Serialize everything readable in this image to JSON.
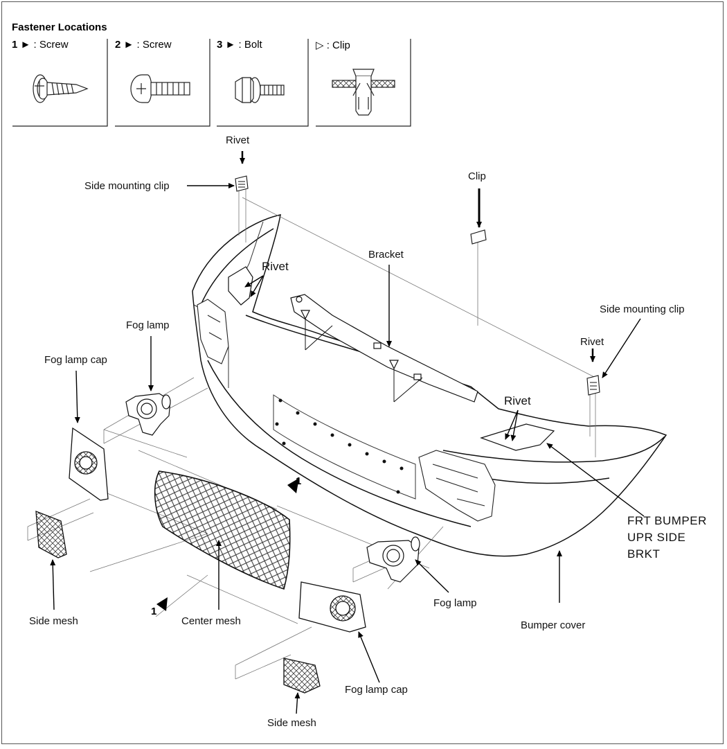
{
  "legend": {
    "title": "Fastener Locations",
    "items": [
      {
        "num": "1",
        "symbol": "►",
        "text": ": Screw"
      },
      {
        "num": "2",
        "symbol": "►",
        "text": ": Screw"
      },
      {
        "num": "3",
        "symbol": "►",
        "text": ": Bolt"
      },
      {
        "num": "",
        "symbol": "▷",
        "text": ": Clip"
      }
    ]
  },
  "labels": {
    "rivet_top": "Rivet",
    "side_mounting_clip_left": "Side mounting clip",
    "clip": "Clip",
    "rivet_upper_left": "Rivet",
    "bracket": "Bracket",
    "side_mounting_clip_right": "Side mounting clip",
    "rivet_right": "Rivet",
    "fog_lamp_left": "Fog lamp",
    "fog_lamp_cap_left": "Fog lamp cap",
    "rivet_center": "Rivet",
    "frt_bumper_line1": "FRT  BUMPER",
    "frt_bumper_line2": "UPR SIDE",
    "frt_bumper_line3": "BRKT",
    "fastener_1_upper": "1",
    "fastener_1_lower": "1",
    "side_mesh_left": "Side mesh",
    "center_mesh": "Center mesh",
    "fog_lamp_right": "Fog lamp",
    "bumper_cover": "Bumper cover",
    "fog_lamp_cap_right": "Fog lamp cap",
    "side_mesh_bottom": "Side mesh"
  }
}
